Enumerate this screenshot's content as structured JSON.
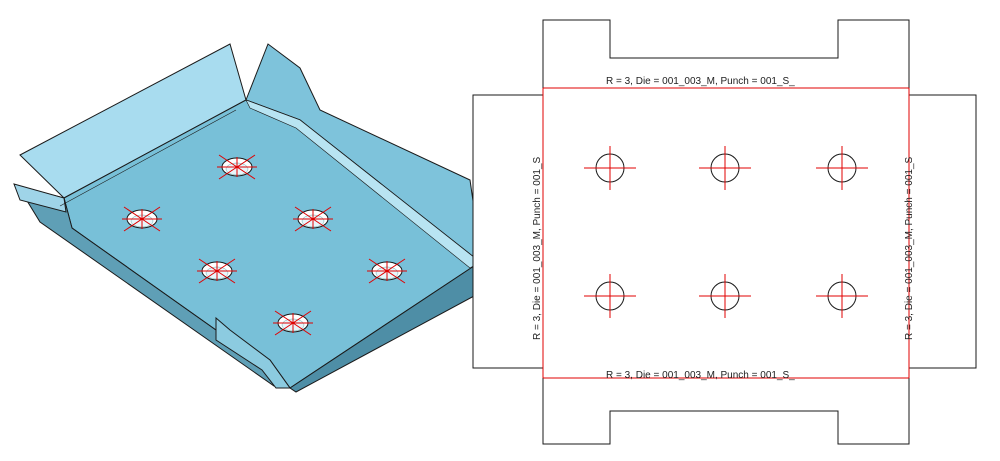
{
  "colors": {
    "background": "#ffffff",
    "part_light": "#a8dcef",
    "part_mid": "#7ec3db",
    "part_dark": "#4e8ea6",
    "part_side": "#5f9fb6",
    "outline": "#1a1a1a",
    "feature": "#e00000"
  },
  "model_3d": {
    "hole_count": 6
  },
  "flat_pattern": {
    "bend_notes": {
      "top": "R = 3, Die = 001_003_M, Punch = 001_S_",
      "bottom": "R = 3, Die = 001_003_M, Punch = 001_S_",
      "left": "R = 3, Die = 001_003_M, Punch = 001_S",
      "right": "R = 3, Die = 001_003_M, Punch = 001_S"
    },
    "hole_rows": 2,
    "hole_cols": 3
  }
}
